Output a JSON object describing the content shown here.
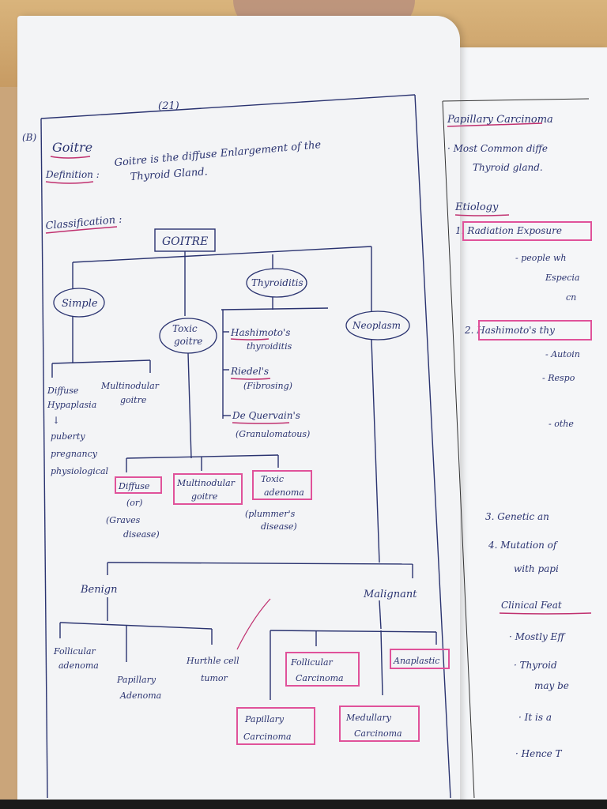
{
  "left_page": {
    "page_number": "(21)",
    "q_number": "(B)",
    "title": "Goitre",
    "definition_label": "Definition :",
    "definition_line1": "Goitre is the diffuse Enlargement of the",
    "definition_line2": "Thyroid Gland.",
    "classification_label": "Classification :",
    "root": "GOITRE",
    "branches": {
      "simple": "Simple",
      "toxic_l1": "Toxic",
      "toxic_l2": "goitre",
      "thyroiditis": "Thyroiditis",
      "neoplasm": "Neoplasm"
    },
    "simple_children": {
      "diffuse_l1": "Diffuse",
      "diffuse_l2": "Hypaplasia",
      "arrow": "↓",
      "causes": [
        "puberty",
        "pregnancy",
        "physiological"
      ],
      "multi_l1": "Multinodular",
      "multi_l2": "goitre"
    },
    "thyroiditis_children": {
      "hashimoto_l1": "Hashimoto's",
      "hashimoto_l2": "thyroiditis",
      "riedel_l1": "Riedel's",
      "riedel_l2": "(Fibrosing)",
      "dequervain_l1": "De Quervain's",
      "dequervain_l2": "(Granulomatous)"
    },
    "toxic_children": {
      "diffuse": "Diffuse",
      "or": "(or)",
      "graves_l1": "(Graves",
      "graves_l2": "disease)",
      "multi_l1": "Multinodular",
      "multi_l2": "goitre",
      "adenoma_l1": "Toxic",
      "adenoma_l2": "adenoma",
      "plummer_l1": "(plummer's",
      "plummer_l2": "disease)"
    },
    "neoplasm_children": {
      "benign": "Benign",
      "malignant": "Malignant",
      "benign_items": [
        {
          "l1": "Follicular",
          "l2": "adenoma"
        },
        {
          "l1": "Papillary",
          "l2": "Adenoma"
        },
        {
          "l1": "Hurthle cell",
          "l2": "tumor"
        }
      ],
      "malignant_items": [
        {
          "l1": "Follicular",
          "l2": "Carcinoma"
        },
        {
          "l1": "Anaplastic",
          "l2": ""
        },
        {
          "l1": "Papillary",
          "l2": "Carcinoma"
        },
        {
          "l1": "Medullary",
          "l2": "Carcinoma"
        }
      ]
    }
  },
  "right_page": {
    "title": "Papillary Carcinoma",
    "line1": "· Most Common diffe",
    "line2": "Thyroid gland.",
    "etiology": "Etiology",
    "e1": "1. Radiation Exposure",
    "e1_a": "- people wh",
    "e1_b": "Especia",
    "e1_c": "cn",
    "e2": "2. Hashimoto's thy",
    "e2_a": "- Autoin",
    "e2_b": "- Respo",
    "e2_c": "- othe",
    "e3": "3. Genetic an",
    "e4": "4. Mutation of",
    "e4_b": "with papi",
    "clinical": "Clinical Feat",
    "c1": "· Mostly Eff",
    "c2": "· Thyroid",
    "c2_b": "may be",
    "c3": "· It is a",
    "c4": "· Hence T"
  },
  "colors": {
    "ink": "#2a3370",
    "highlight": "#e0529a",
    "paper": "#f3f4f6"
  }
}
